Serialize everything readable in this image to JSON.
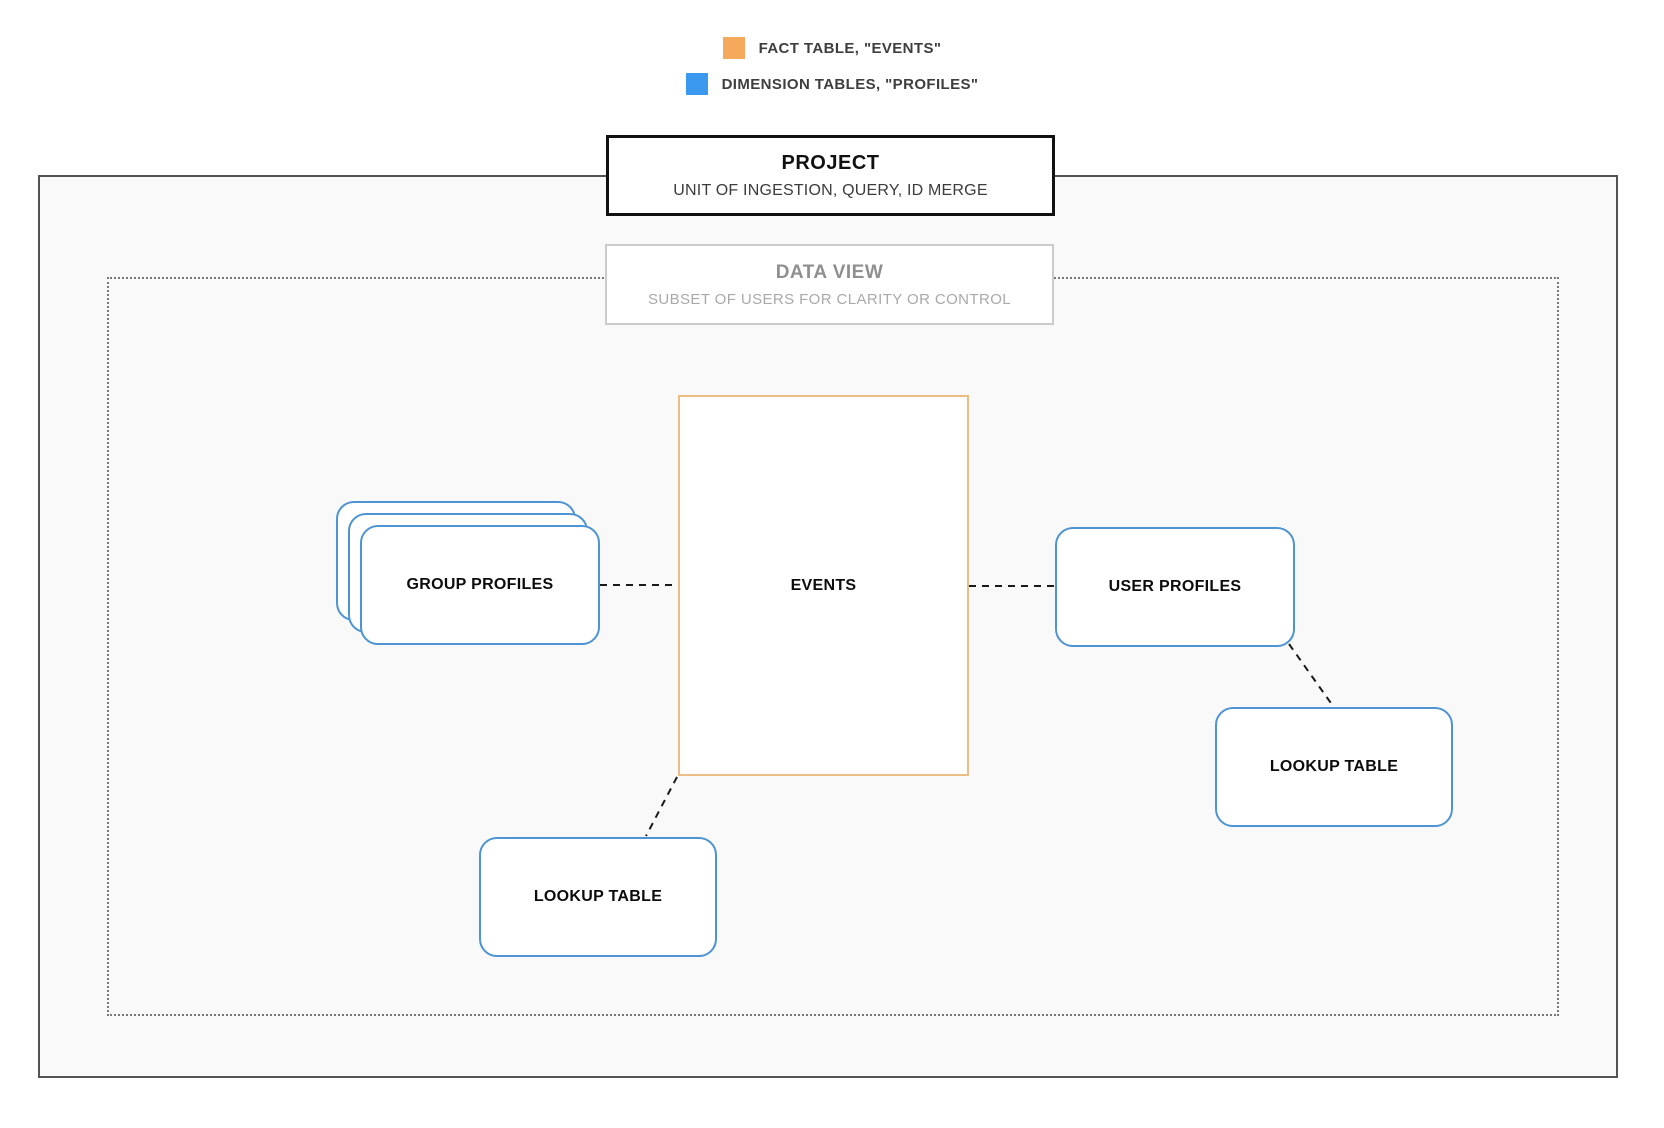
{
  "legend": {
    "items": [
      {
        "id": "fact",
        "label": "FACT TABLE, \"EVENTS\"",
        "color": "#F5A95C"
      },
      {
        "id": "dimension",
        "label": "DIMENSION TABLES, \"PROFILES\"",
        "color": "#3B99F0"
      }
    ]
  },
  "project_box": {
    "title": "PROJECT",
    "subtitle": "UNIT OF INGESTION, QUERY, ID MERGE"
  },
  "data_view_box": {
    "title": "DATA VIEW",
    "subtitle": "SUBSET OF USERS FOR CLARITY OR CONTROL"
  },
  "nodes": {
    "events": {
      "label": "EVENTS",
      "type": "fact"
    },
    "group_profiles": {
      "label": "GROUP PROFILES",
      "type": "dimension"
    },
    "user_profiles": {
      "label": "USER PROFILES",
      "type": "dimension"
    },
    "lookup_table_right": {
      "label": "LOOKUP TABLE",
      "type": "dimension"
    },
    "lookup_table_bottom": {
      "label": "LOOKUP TABLE",
      "type": "dimension"
    }
  },
  "edges": [
    {
      "from": "group_profiles",
      "to": "events"
    },
    {
      "from": "events",
      "to": "user_profiles"
    },
    {
      "from": "user_profiles",
      "to": "lookup_table_right"
    },
    {
      "from": "events",
      "to": "lookup_table_bottom"
    }
  ],
  "colors": {
    "fact_accent": "#F5A95C",
    "fact_border": "#E9BD84",
    "dimension_accent": "#3B99F0",
    "dimension_border": "#4E93D2",
    "outer_border": "#535353",
    "dotted_border": "#787878",
    "panel_background": "#F9F9F9",
    "edge": "#1A1A1A"
  }
}
